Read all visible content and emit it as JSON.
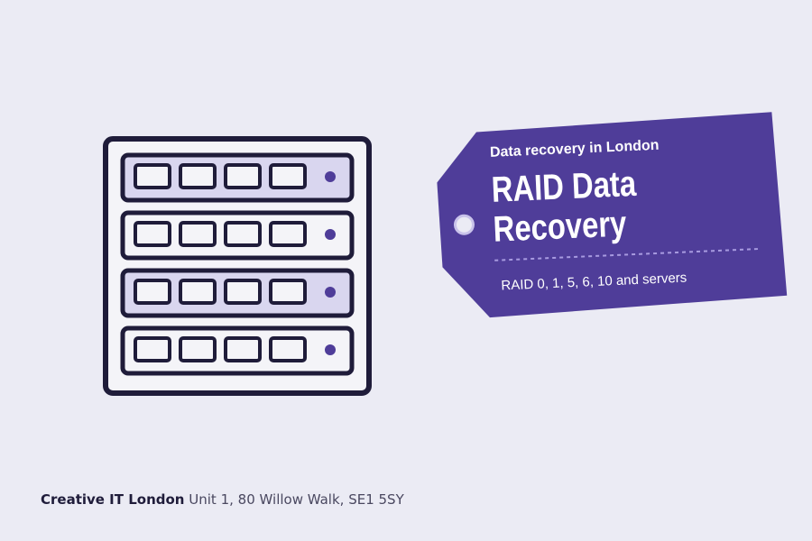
{
  "tag": {
    "eyebrow": "Data recovery in London",
    "title_line1": "RAID Data",
    "title_line2": "Recovery",
    "subtitle": "RAID 0, 1, 5, 6, 10 and servers"
  },
  "footer": {
    "company": "Creative IT London",
    "address": "Unit 1, 80 Willow Walk, SE1 5SY"
  },
  "colors": {
    "background": "#ebebf4",
    "brand_purple": "#4f3d99",
    "outline": "#1f1c3a",
    "bay_fill_light": "#d9d6ef",
    "bay_fill_white": "#f4f4f8"
  },
  "icons": [
    "server-rack-icon",
    "tag-hole-icon"
  ]
}
